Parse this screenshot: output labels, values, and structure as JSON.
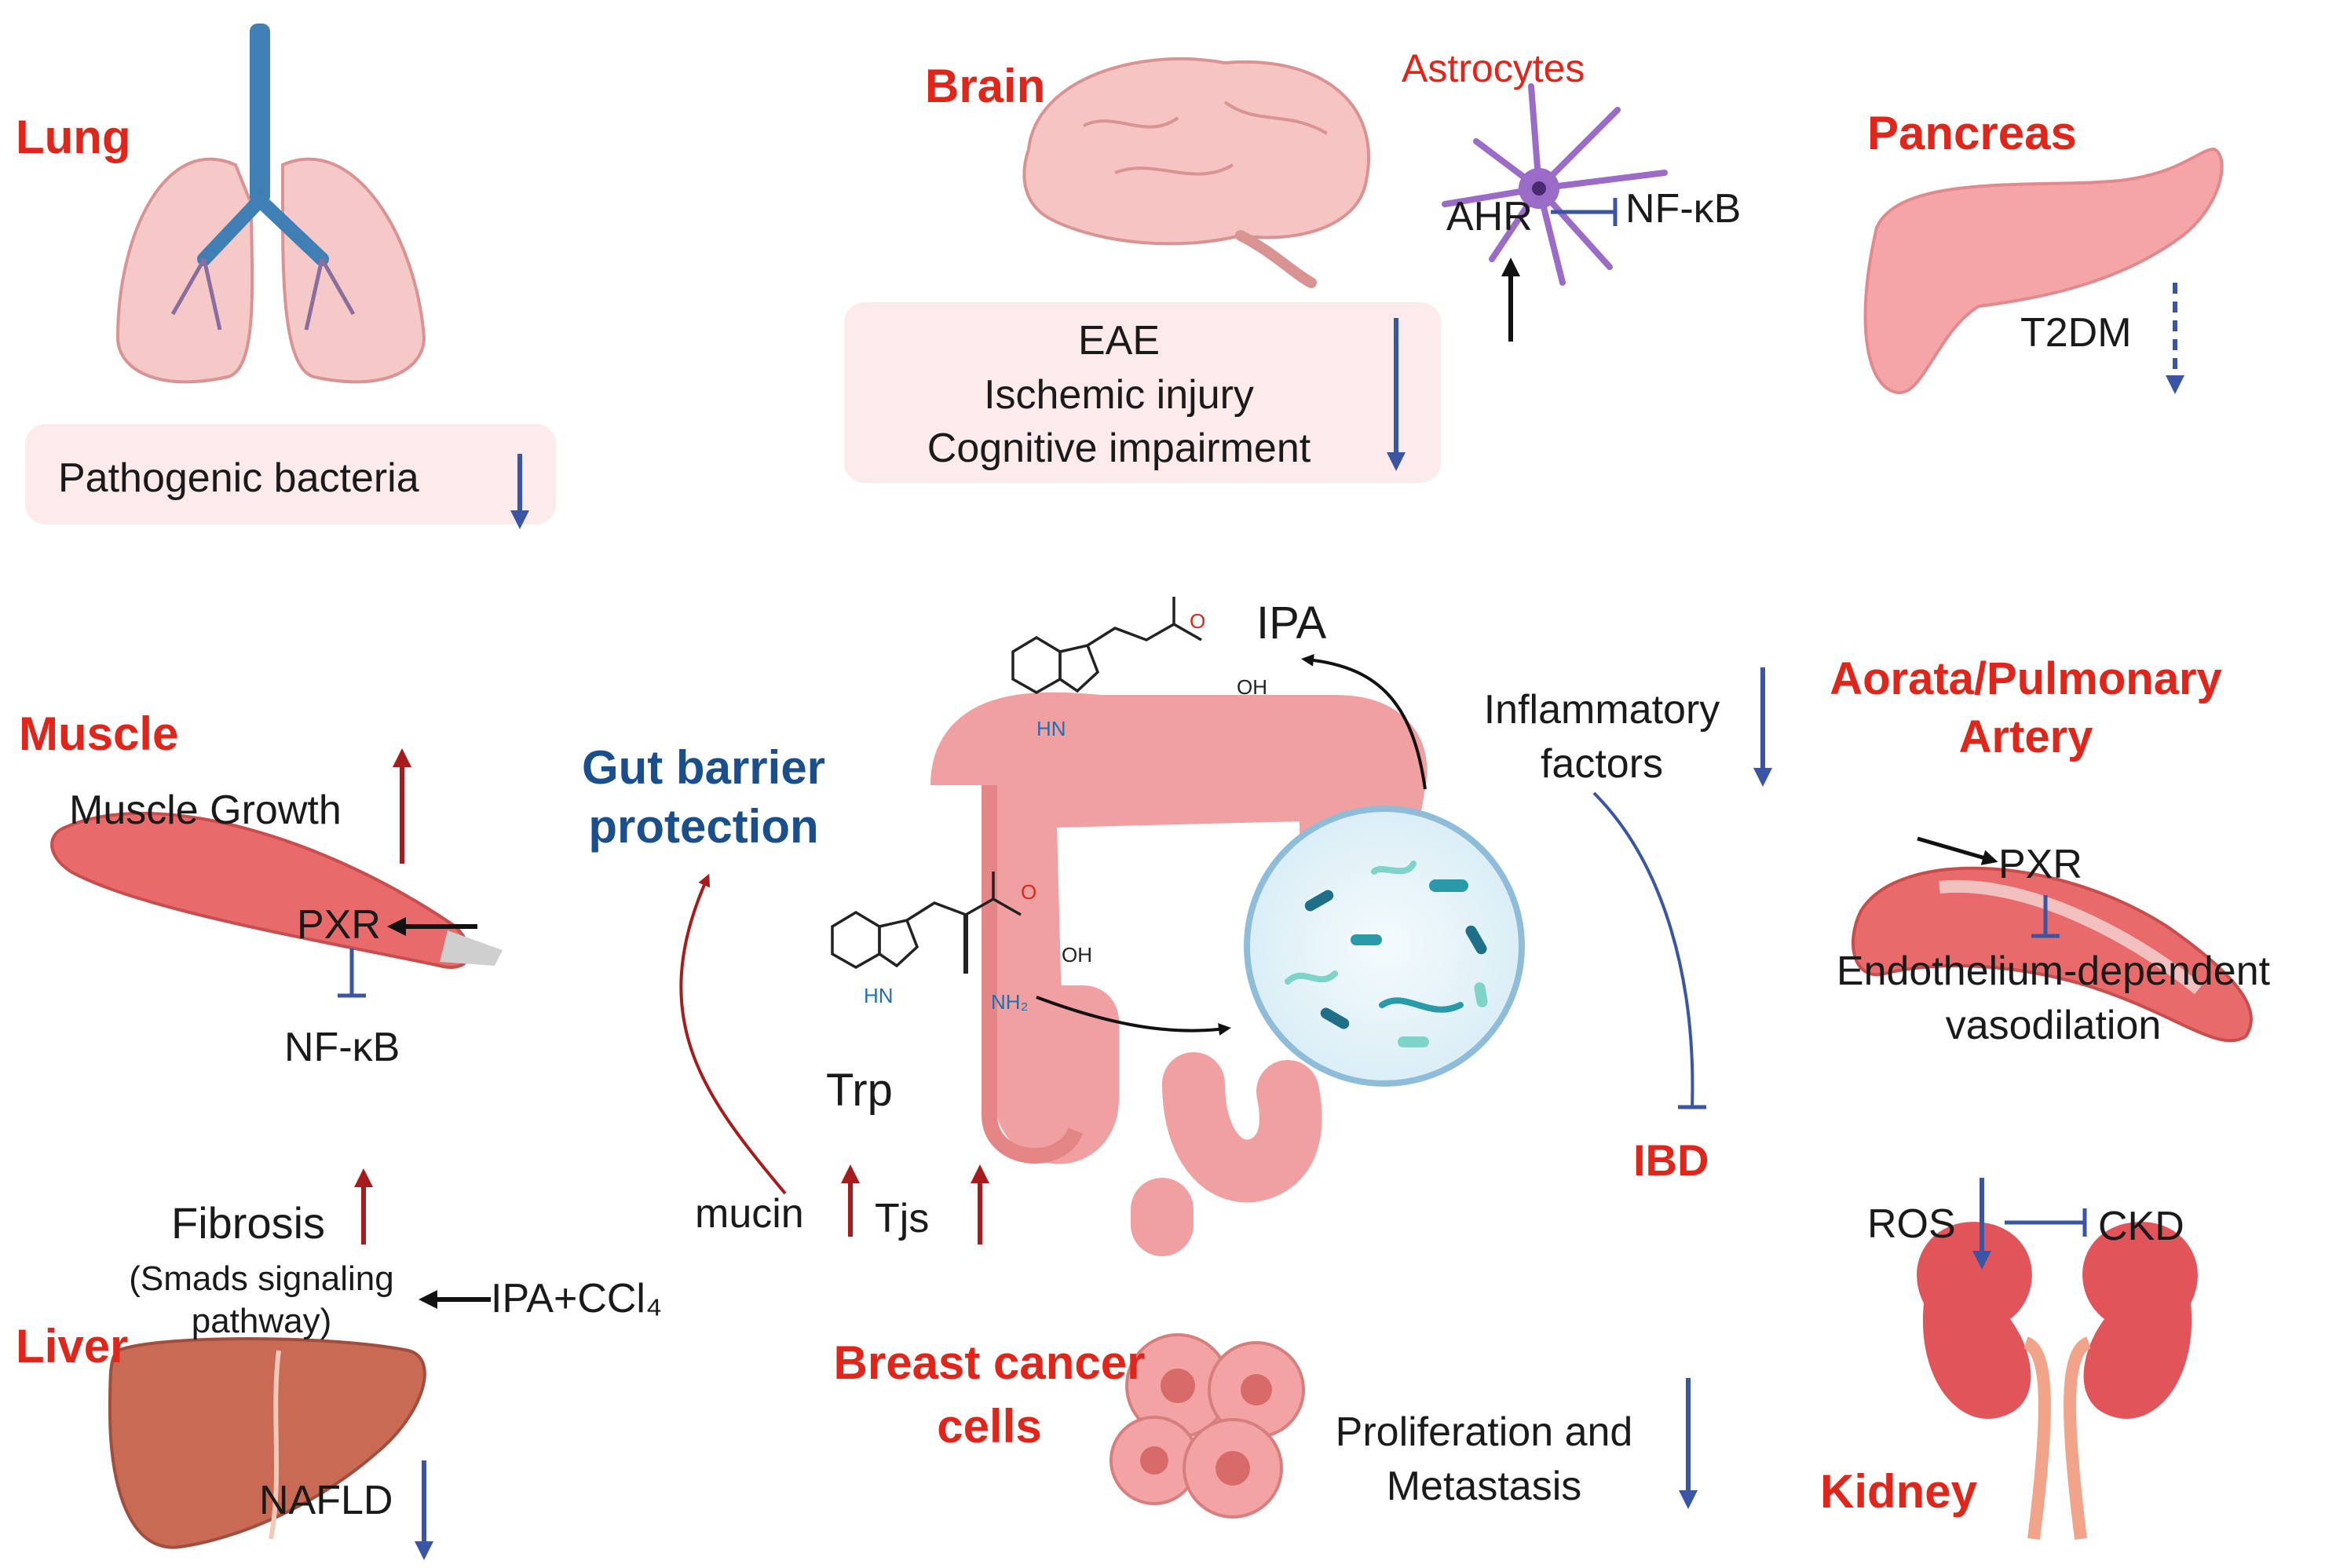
{
  "lung": {
    "title": "Lung",
    "effect": "Pathogenic  bacteria"
  },
  "brain": {
    "title": "Brain",
    "astrocytes": "Astrocytes",
    "ahr": "AHR",
    "nfkb": "NF-κB",
    "effects": [
      "EAE",
      "Ischemic injury",
      "Cognitive impairment"
    ]
  },
  "pancreas": {
    "title": "Pancreas",
    "effect": "T2DM"
  },
  "muscle": {
    "title": "Muscle",
    "growth": "Muscle Growth",
    "pxr": "PXR",
    "nfkb": "NF-κB"
  },
  "gut": {
    "barrier": "Gut barrier protection",
    "ipa": "IPA",
    "trp": "Trp",
    "mucin": "mucin",
    "tjs": "Tjs",
    "inflammatory": "Inflammatory factors",
    "ibd": "IBD",
    "oh_top": "OH",
    "o_top": "O",
    "hn_top": "HN",
    "oh_trp": "OH",
    "o_trp": "O",
    "hn_trp": "HN",
    "nh2": "NH₂"
  },
  "aorta": {
    "title_line1": "Aorata/Pulmonary",
    "title_line2": "Artery",
    "pxr": "PXR",
    "effect_line1": "Endothelium-dependent",
    "effect_line2": "vasodilation"
  },
  "liver": {
    "title": "Liver",
    "fibrosis": "Fibrosis",
    "smads_line1": "(Smads signaling",
    "smads_line2": "pathway)",
    "treatment": "IPA+CCl₄",
    "nafld": "NAFLD"
  },
  "breast": {
    "title_line1": "Breast cancer",
    "title_line2": "cells",
    "effect_line1": "Proliferation and",
    "effect_line2": "Metastasis"
  },
  "kidney": {
    "title": "Kidney",
    "ros": "ROS",
    "ckd": "CKD"
  },
  "colors": {
    "organ_title": "#e0251b",
    "blue_heading": "#1b4f8c",
    "down_arrow": "#3a55a4",
    "up_arrow": "#a61c1c",
    "organ_pink": "#f4a4a4"
  }
}
